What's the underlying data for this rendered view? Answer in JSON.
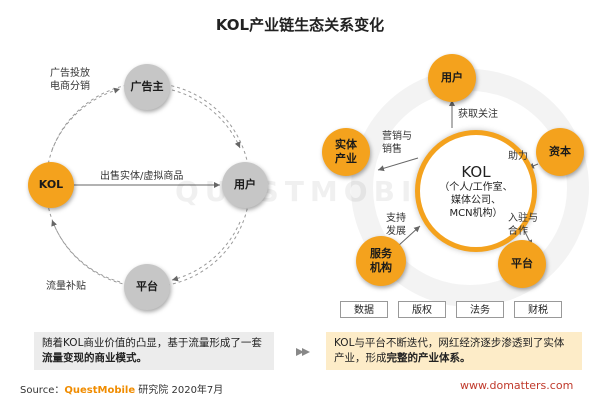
{
  "title": "KOL产业链生态关系变化",
  "left": {
    "nodes": {
      "ad": "广告主",
      "kol": "KOL",
      "user": "用户",
      "platform": "平台"
    },
    "labels": {
      "ad_line1": "广告投放",
      "ad_line2": "电商分销",
      "sell": "出售实体/虚拟商品",
      "traffic": "流量补贴"
    },
    "caption_pre": "随着KOL商业价值的凸显，基于流量形成了一套",
    "caption_bold": "流量变现的商业模式。"
  },
  "right": {
    "center_title": "KOL",
    "center_lines": [
      "（个人/工作室、",
      "媒体公司、",
      "MCN机构）"
    ],
    "nodes": {
      "user": "用户",
      "entity_l1": "实体",
      "entity_l2": "产业",
      "capital": "资本",
      "service_l1": "服务",
      "service_l2": "机构",
      "platform": "平台"
    },
    "labels": {
      "follow": "获取关注",
      "market_l1": "营销与",
      "market_l2": "销售",
      "help": "助力",
      "support_l1": "支持",
      "support_l2": "发展",
      "enter_l1": "入驻与",
      "enter_l2": "合作"
    },
    "resources": [
      "数据",
      "版权",
      "法务",
      "财税"
    ],
    "caption_pre": "KOL与平台不断迭代，网红经济逐步渗透到了实体产业，形成",
    "caption_bold": "完整的产业体系。"
  },
  "source": {
    "label": "Source：",
    "brand": "QuestMobile",
    "rest": " 研究院 2020年7月"
  },
  "site": "www.domatters.com",
  "watermark": "QUESTMOBILE",
  "colors": {
    "orange": "#f4a21d",
    "gray": "#c6c6c6",
    "caption_left": "#ececec",
    "caption_right": "#fdecc8"
  }
}
